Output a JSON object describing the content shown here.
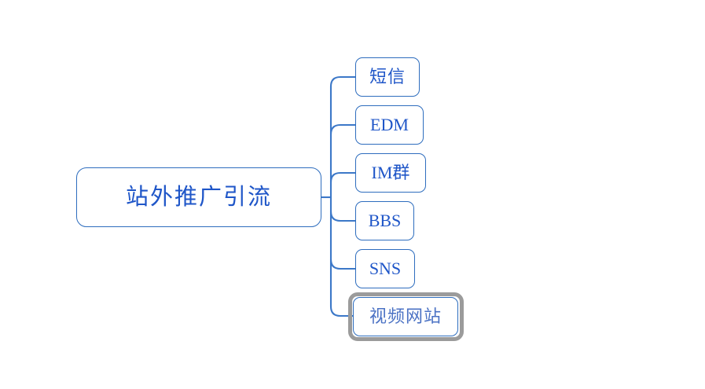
{
  "diagram": {
    "type": "mind-map",
    "background_color": "#ffffff",
    "node_border_color": "#2E6DBE",
    "node_text_color": "#1F56C8",
    "connector_color": "#3C78C8",
    "selection_color": "#9B9B9B",
    "root": {
      "label": "站外推广引流"
    },
    "children": [
      {
        "label": "短信",
        "selected": false
      },
      {
        "label": "EDM",
        "selected": false
      },
      {
        "label": "IM群",
        "selected": false
      },
      {
        "label": "BBS",
        "selected": false
      },
      {
        "label": "SNS",
        "selected": false
      },
      {
        "label": "视频网站",
        "selected": true
      }
    ]
  }
}
